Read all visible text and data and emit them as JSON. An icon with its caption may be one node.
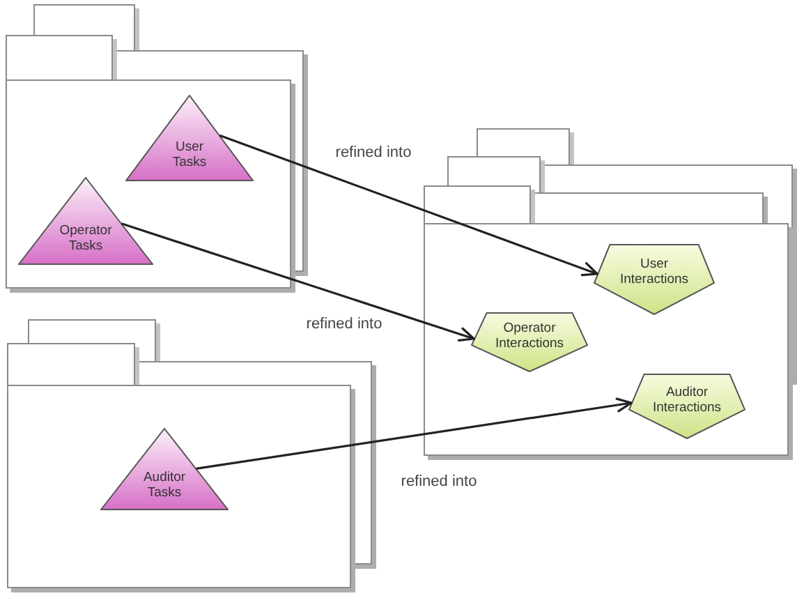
{
  "diagram": {
    "nodes": [
      {
        "text": [],
        "shape": "folder"
      },
      {
        "text": [
          "User Tasks"
        ],
        "in": 0
      },
      {
        "text": [
          "Operator Tasks"
        ],
        "in": 0
      },
      {
        "text": [],
        "shape": "folder"
      },
      {
        "text": [
          "User Interactions"
        ],
        "in": 3
      },
      {
        "text": [
          "Operator Interactions"
        ],
        "in": 3
      },
      {
        "text": [
          "Auditor Interactions"
        ],
        "in": 3
      },
      {
        "text": [],
        "shape": "folder"
      },
      {
        "text": [
          "Auditor Tasks"
        ],
        "in": 7
      }
    ],
    "edges": [
      {
        "from": 1,
        "to": 4,
        "arrow": "to",
        "label": "refined into"
      },
      {
        "from": 2,
        "to": 5,
        "arrow": "to",
        "label": "refined into"
      },
      {
        "from": 8,
        "to": 6,
        "arrow": "to",
        "label": "refined into"
      }
    ]
  }
}
